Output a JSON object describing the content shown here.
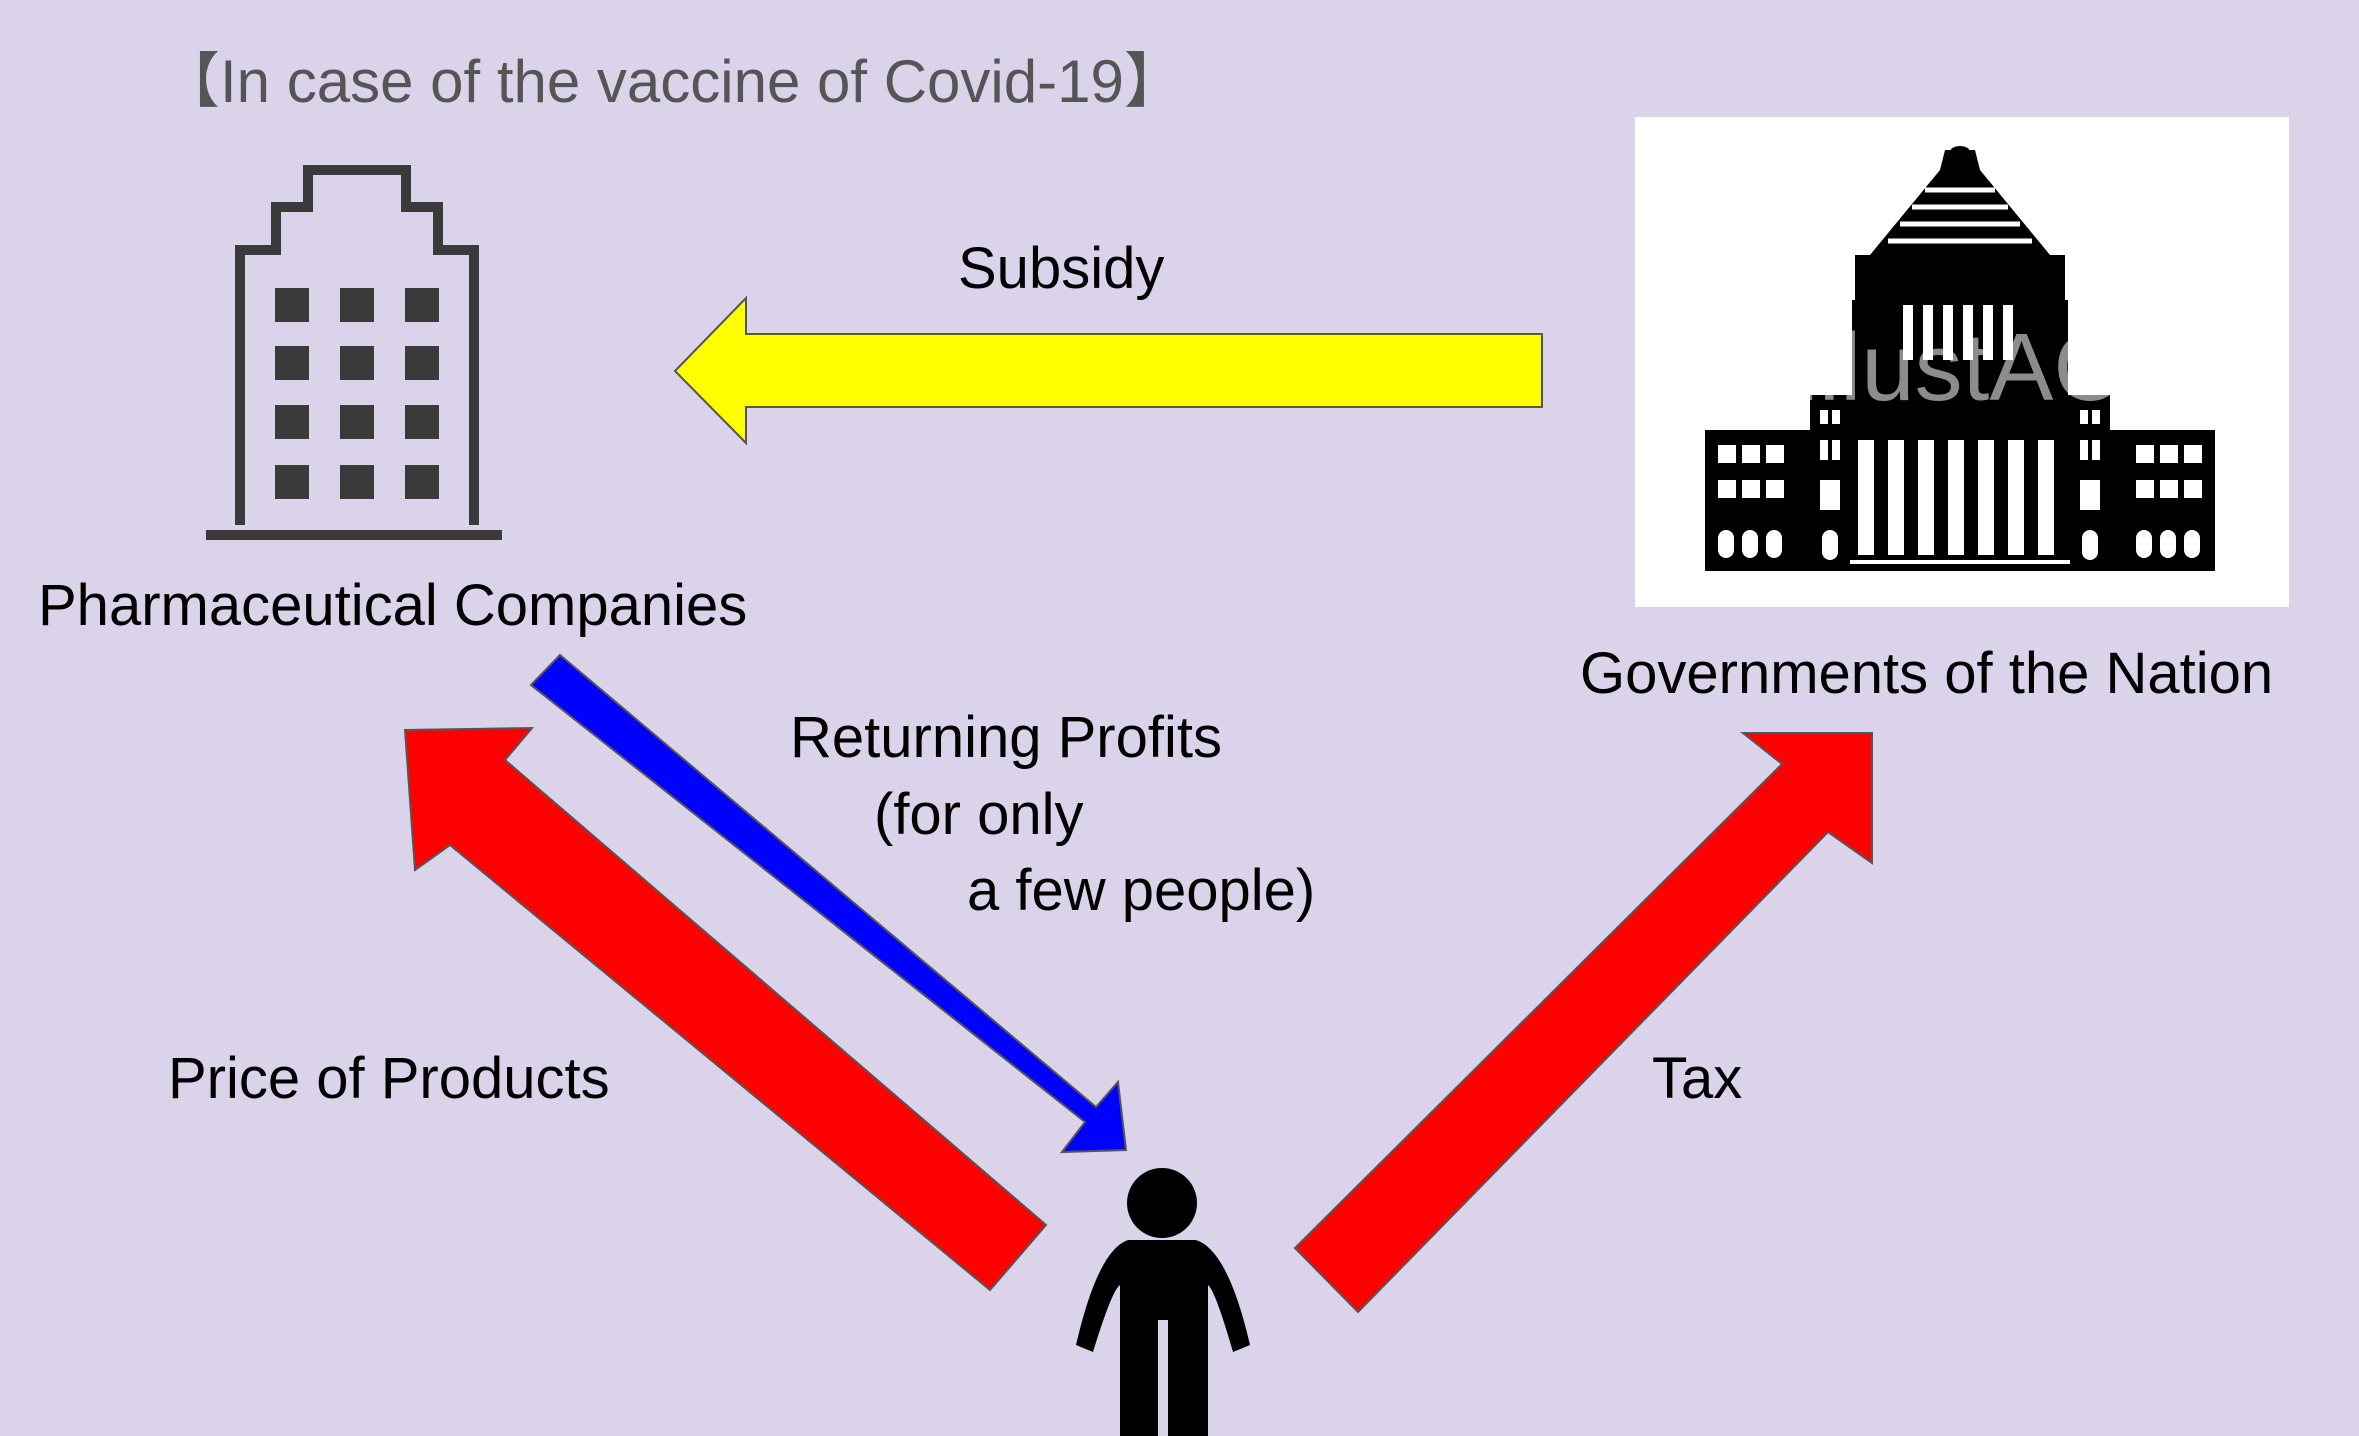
{
  "title": "【In case of the vaccine of Covid-19】",
  "nodes": {
    "pharma": {
      "label": "Pharmaceutical Companies"
    },
    "government": {
      "label": "Governments of the Nation",
      "watermark": "illustAC"
    },
    "citizen": {
      "label": ""
    }
  },
  "arrows": {
    "subsidy": {
      "label": "Subsidy",
      "color": "#ffff00"
    },
    "returning": {
      "label_line1": "Returning Profits",
      "label_line2": "(for only",
      "label_line3": "a few people)",
      "color": "#0000ff"
    },
    "price": {
      "label": "Price of Products",
      "color": "#ff0000"
    },
    "tax": {
      "label": "Tax",
      "color": "#ff0000"
    }
  },
  "colors": {
    "background": "#dad3ea",
    "building_outline": "#3a3a3a",
    "government_panel": "#ffffff"
  },
  "icons": [
    "office-building-icon",
    "parliament-building-icon",
    "person-icon"
  ]
}
